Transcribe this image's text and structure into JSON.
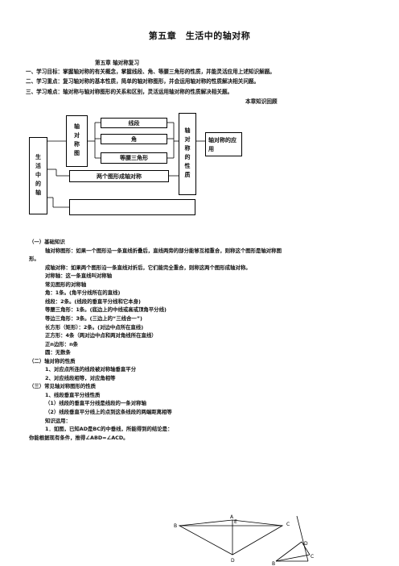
{
  "page_title": "第五章　生活中的轴对称",
  "section_title": "第五章  轴对称复习",
  "goals": [
    "一、学习目标：掌握轴对称的有关概念，掌握线段、角、等腰三角形的性质，并能灵活应用上述知识解题。",
    "二、学习重点：复习轴对称的基本性质，简单的轴对称图形，并会运用轴对称的性质解决相关问题。",
    "三、学习难点：轴对称与轴对称图形的关系和区别，灵活运用轴对称的性质解决相关题。"
  ],
  "map_title": "本章知识回顾",
  "concept_map": {
    "root": "生活中的轴",
    "figure_box": "轴对称图",
    "items": [
      "线段",
      "角",
      "等腰三角形"
    ],
    "two_figures": "两个图形成轴对称",
    "property_box": "轴对称的性质",
    "application_box": "轴对称的应用"
  },
  "lines": [
    {
      "text": "（一）基础知识",
      "indent": 0
    },
    {
      "text": "轴对称图形：如果一个图形沿一条直线折叠后，直线两旁的部分能够互相重合，则称这个图形是轴对称图",
      "indent": 1
    },
    {
      "text": "形。",
      "indent": 0
    },
    {
      "text": "成轴对称：如果两个图形沿一条直线对折后，它们能完全重合，则称这两个图形成轴对称。",
      "indent": 1
    },
    {
      "text": "对称轴：这一条直线叫对称轴",
      "indent": 1
    },
    {
      "text": "常见图形的对称轴",
      "indent": 1
    },
    {
      "text": "角：1条。(角平分线所在的直线)",
      "indent": 1
    },
    {
      "text": "线段：2条。(线段的垂直平分线和它本身)",
      "indent": 1
    },
    {
      "text": "等腰三角形：1条。(底边上的中线或高或顶角平分线)",
      "indent": 1
    },
    {
      "text": "等边三角形：3条。(三边上的“三线合一”)",
      "indent": 1
    },
    {
      "text": "长方形（矩形）：2条。(对边中点所在直线)",
      "indent": 1
    },
    {
      "text": "正方形：4条（两对边中点和两对角线所在直线）",
      "indent": 1
    },
    {
      "text": "正n边形：n条",
      "indent": 1
    },
    {
      "text": "圆：无数条",
      "indent": 1
    },
    {
      "text": "（二）轴对称的性质",
      "indent": 0
    },
    {
      "text": "1、对应点所连的线段被对称轴垂直平分",
      "indent": 1
    },
    {
      "text": "2、对应线段相等，对应角相等",
      "indent": 1
    },
    {
      "text": "（三）常见轴对称图形的性质",
      "indent": 0
    },
    {
      "text": "1、线段垂直平分线性质",
      "indent": 1
    },
    {
      "text": "（1）线段的垂直平分线是线段的一条对称轴",
      "indent": 1
    },
    {
      "text": "（2）线段垂直平分线上的点到这条线段的两端距离相等",
      "indent": 1
    },
    {
      "text": "知识运用：",
      "indent": 1
    },
    {
      "text": "1．如图，已知AD是BC的中垂线，所能得到的结论是：",
      "indent": 1
    },
    {
      "text": "你能根据现有条件，推得∠ABD=∠ACD。",
      "indent": 0
    }
  ],
  "figure_labels": {
    "A1": "A",
    "B1": "B",
    "E1": "E",
    "D1": "D",
    "C2": "C",
    "D2": "D",
    "B2": "B",
    "C3": "C"
  }
}
